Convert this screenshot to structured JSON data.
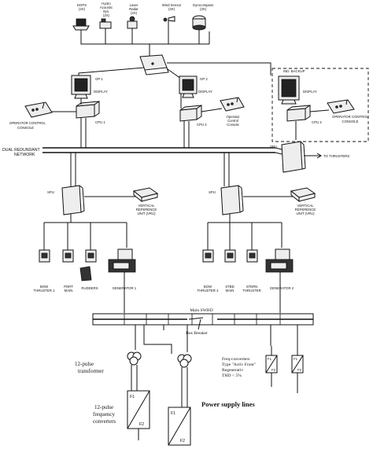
{
  "top_sensors": {
    "dgps": [
      "DGPS",
      "(2X)"
    ],
    "hydro": [
      "Hydro",
      "Acoustic",
      "Sys.",
      "(2X)"
    ],
    "laser": [
      "Laser",
      "Radar",
      "(2X)"
    ],
    "wind": [
      "Wind Sensor",
      "(3X)"
    ],
    "gyro": [
      "Gyrocompass",
      "(3X)"
    ]
  },
  "operator_stations": {
    "op1_label": "OP 1",
    "op2_label": "OP 2",
    "display_label": "DISPLAY",
    "cpu1_label": "CPU 1",
    "cpu2_label": "CPU 2",
    "cpu3_label": "CPU 3",
    "occ_left": [
      "OPERATOR CONTROL",
      "CONSOLE"
    ],
    "occ_mid": [
      "Operator",
      "Control",
      "Console"
    ],
    "occ_right": [
      "OPERATOR CONTROL",
      "CONSOLE"
    ]
  },
  "backup": {
    "title": "IND. BACKUP",
    "spu_label": "SPU",
    "thrusters_label": "TO THRUSTERS"
  },
  "network": {
    "label": [
      "DUAL REDUNDANT",
      "NETWORK"
    ]
  },
  "spu_left": {
    "label": "SPU",
    "vru": [
      "VERTICAL",
      "REFERENCE",
      "UNIT (VRU)"
    ],
    "devices": [
      [
        "BOW",
        "THRUSTER 1"
      ],
      [
        "PORT",
        "MAIN"
      ],
      [
        "RUDDERS"
      ],
      [
        "GENERATOR 1"
      ]
    ]
  },
  "spu_right": {
    "label": "SPU",
    "vru": [
      "VERTICAL",
      "REFERENCE",
      "UNIT (VRU)"
    ],
    "devices": [
      [
        "BOW",
        "THRUSTER 2"
      ],
      [
        "STBD",
        "MAIN"
      ],
      [
        "STERN",
        "THRUSTER"
      ],
      [
        "GENERATOR 2"
      ]
    ]
  },
  "power": {
    "main_swbd": "Main SWBD",
    "bus_breaker": "Bus Breaker",
    "transformer": [
      "12-pulse",
      "transformer"
    ],
    "freq_conv": [
      "12-pulse",
      "frequency",
      "converters"
    ],
    "active_front": [
      "Freq-converters",
      "Type \"Activ Front\"",
      "Regenerativ",
      "THD < 5%"
    ],
    "f1": "F1",
    "f2": "F2",
    "supply_lines": "Power supply lines"
  }
}
